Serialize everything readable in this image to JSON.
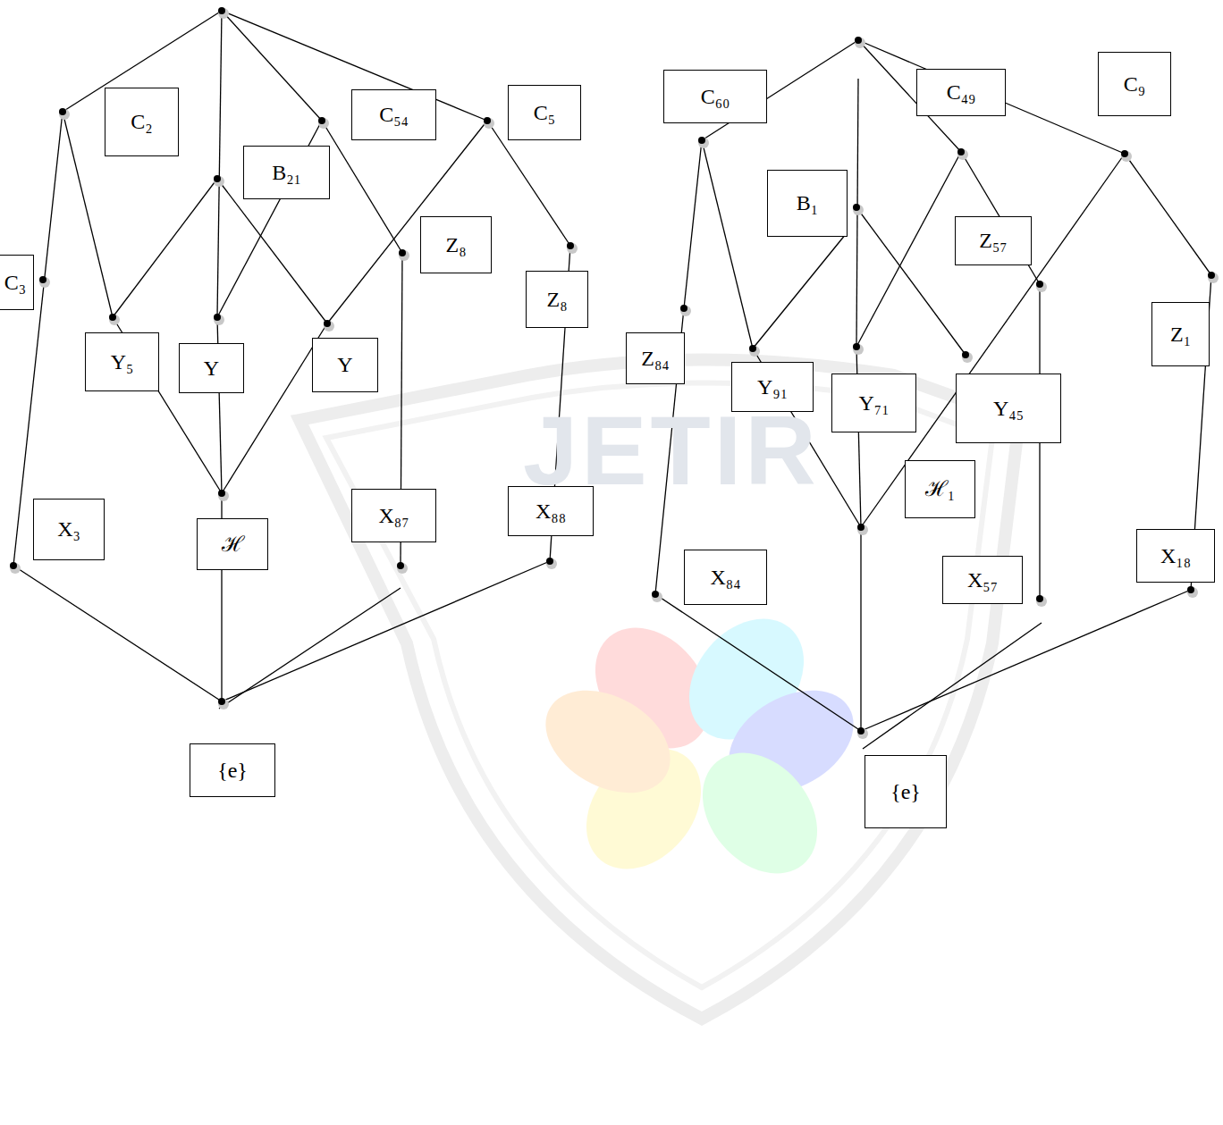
{
  "diagram": {
    "nodes": [
      {
        "text": [
          "C₂"
        ]
      },
      {
        "text": [
          "C₅₄"
        ]
      },
      {
        "text": [
          "C₅"
        ]
      },
      {
        "text": [
          "B₂₁"
        ]
      },
      {
        "text": [
          "Z₈"
        ]
      },
      {
        "text": [
          "C₃"
        ]
      },
      {
        "text": [
          "Z₈"
        ]
      },
      {
        "text": [
          "Y₅"
        ]
      },
      {
        "text": [
          "Y"
        ]
      },
      {
        "text": [
          "Y"
        ]
      },
      {
        "text": [
          "X₃"
        ]
      },
      {
        "text": [
          "X₈₇"
        ]
      },
      {
        "text": [
          "X₈₈"
        ]
      },
      {
        "text": [
          "ℋ"
        ]
      },
      {
        "text": [
          "{e}"
        ]
      },
      {
        "text": [
          "C₆₀"
        ]
      },
      {
        "text": [
          "C₄₉"
        ]
      },
      {
        "text": [
          "C₉"
        ]
      },
      {
        "text": [
          "B₁"
        ]
      },
      {
        "text": [
          "Z₅₇"
        ]
      },
      {
        "text": [
          "Z₁"
        ]
      },
      {
        "text": [
          "Z₈₄"
        ]
      },
      {
        "text": [
          "Y₉₁"
        ]
      },
      {
        "text": [
          "Y₇₁"
        ]
      },
      {
        "text": [
          "Y₄₅"
        ]
      },
      {
        "text": [
          "ℋ₁"
        ]
      },
      {
        "text": [
          "X₈₄"
        ]
      },
      {
        "text": [
          "X₅₇"
        ]
      },
      {
        "text": [
          "X₁₈"
        ]
      },
      {
        "text": [
          "{e}"
        ]
      }
    ],
    "labels": [
      "JETIR"
    ]
  }
}
